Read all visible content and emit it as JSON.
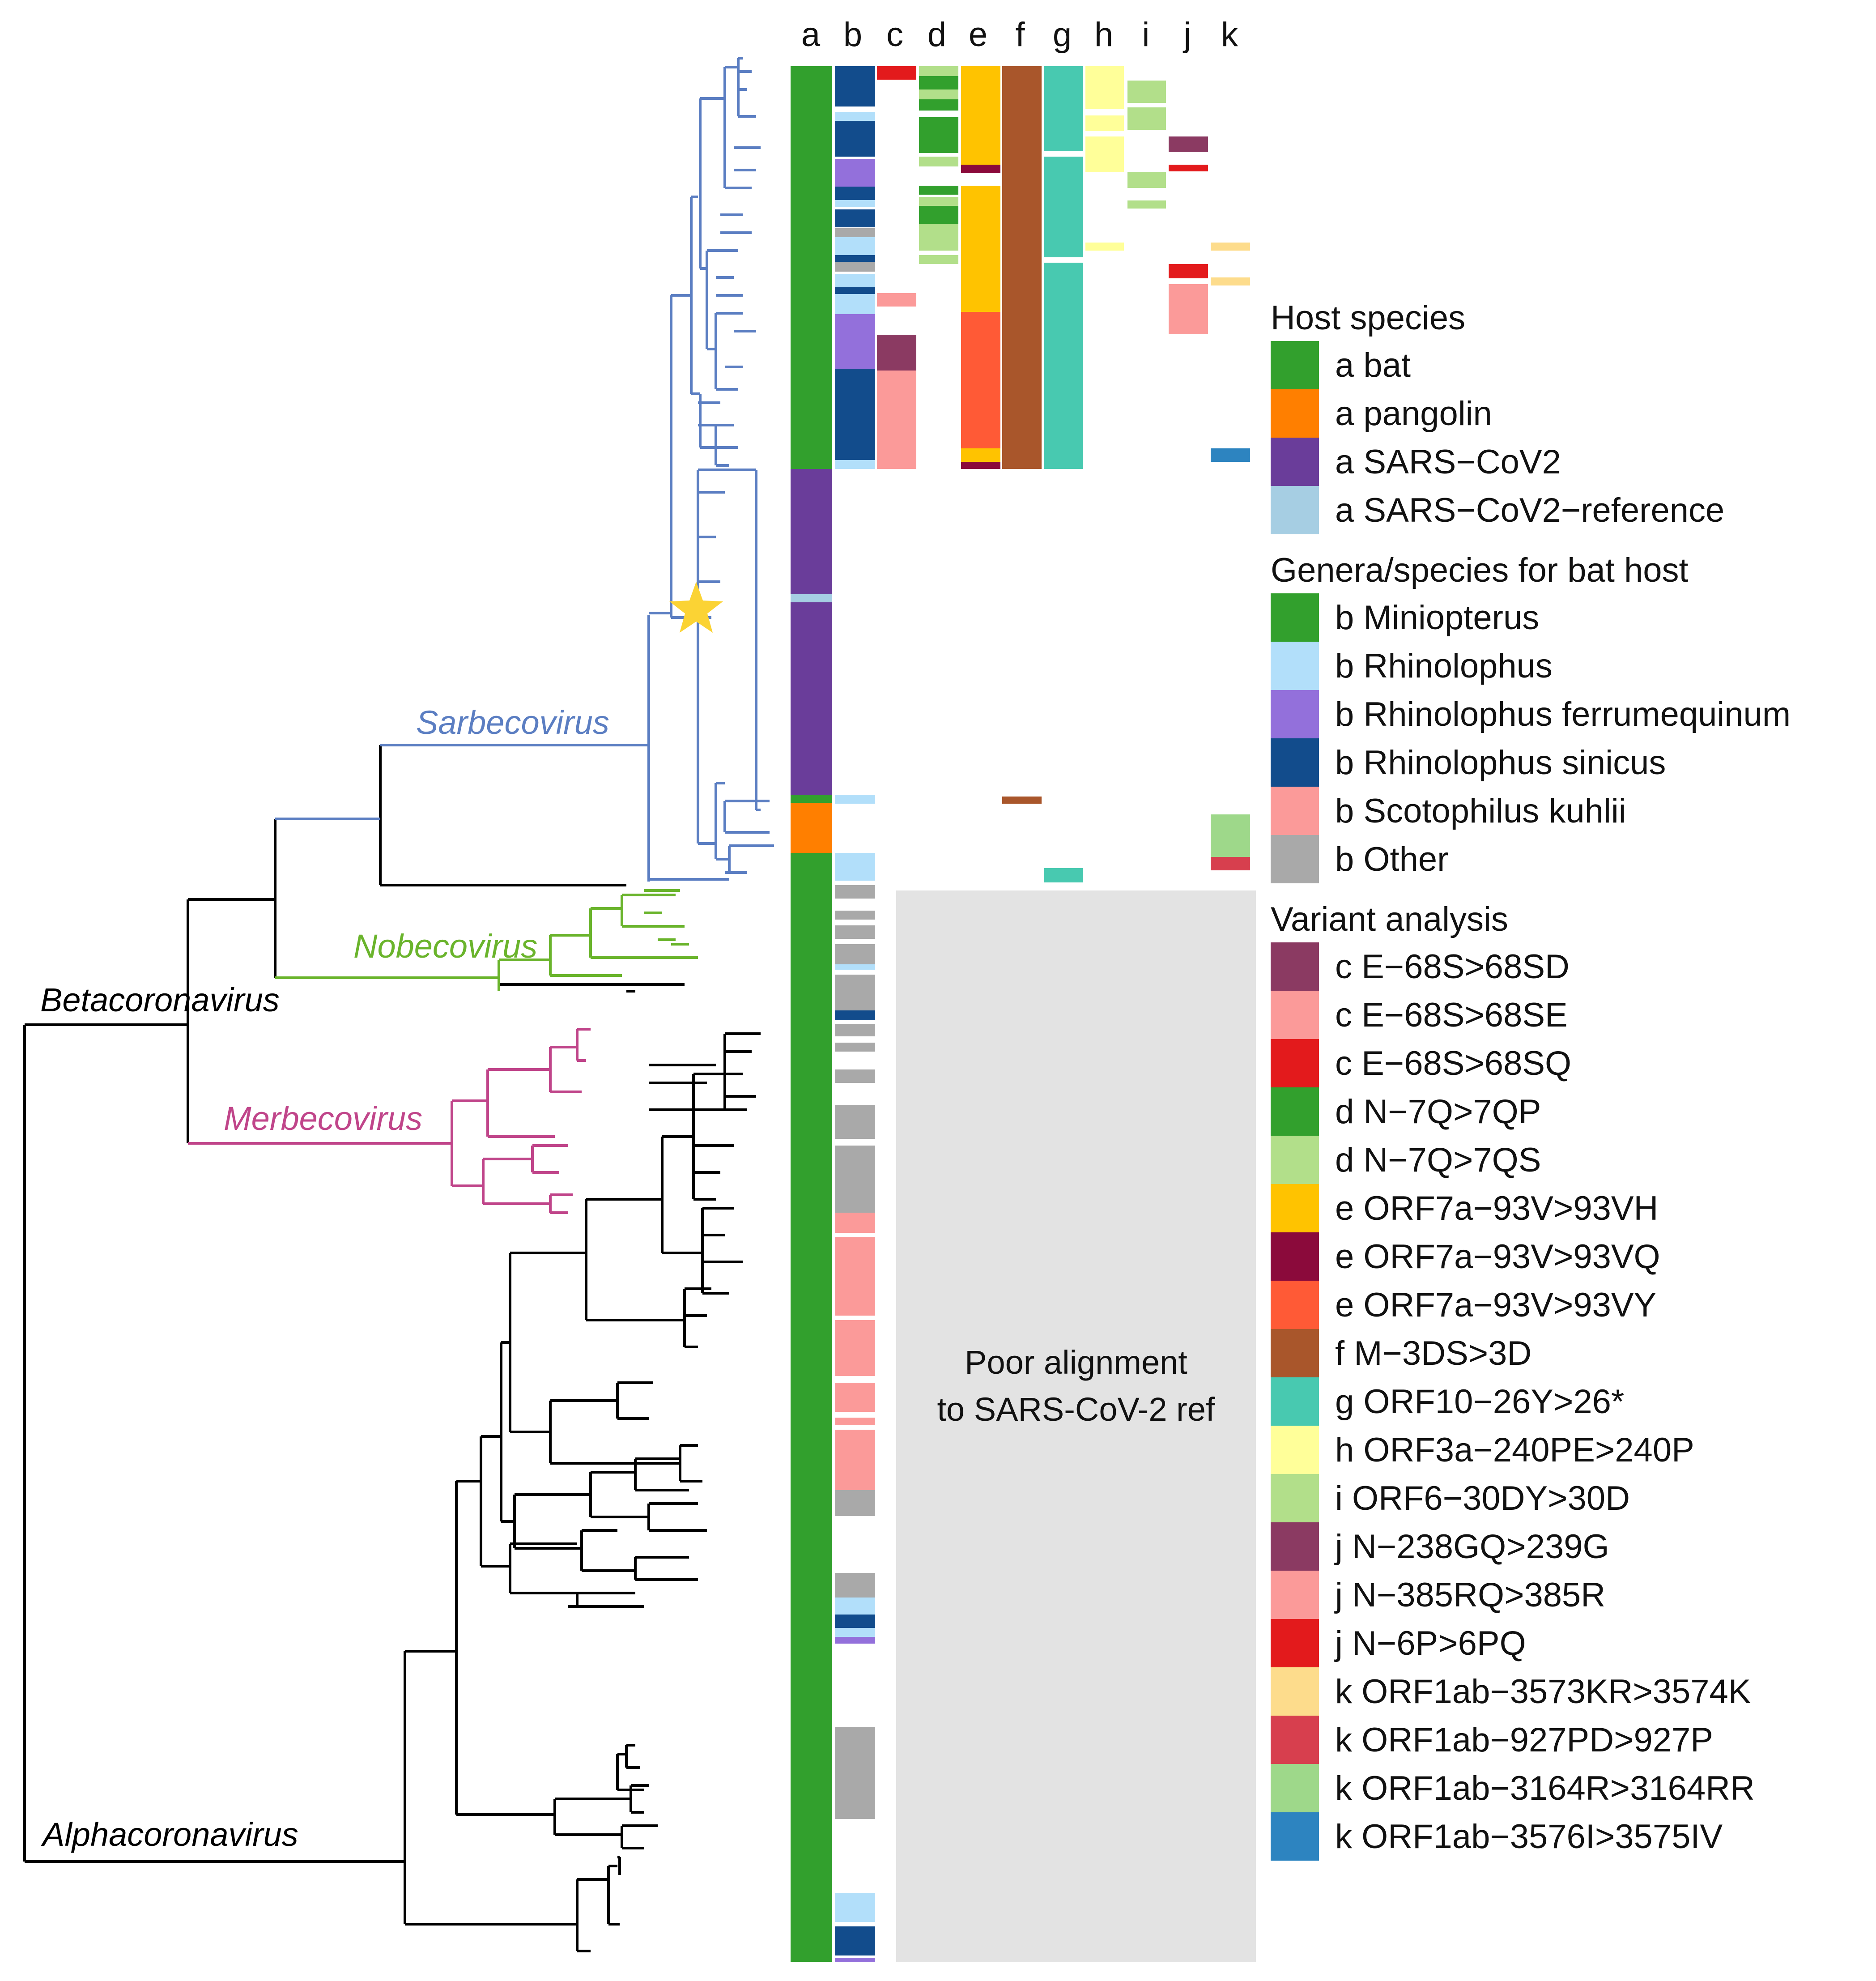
{
  "columns": [
    "a",
    "b",
    "c",
    "d",
    "e",
    "f",
    "g",
    "h",
    "i",
    "j",
    "k"
  ],
  "clades": {
    "betacoronavirus": "Betacoronavirus",
    "alphacoronavirus": "Alphacoronavirus",
    "sarbecovirus": "Sarbecovirus",
    "nobecovirus": "Nobecovirus",
    "merbecovirus": "Merbecovirus"
  },
  "clade_colors": {
    "sarbecovirus": "#5b7ec2",
    "nobecovirus": "#6ab42c",
    "merbecovirus": "#c0458a",
    "other": "#000000",
    "star": "#fbd334"
  },
  "note": {
    "line1": "Poor alignment",
    "line2": "to SARS-CoV-2 ref"
  },
  "legend": [
    {
      "title": "Host species",
      "items": [
        {
          "label": "a  bat",
          "color": "#32a02d"
        },
        {
          "label": "a  pangolin",
          "color": "#ff7f00"
        },
        {
          "label": "a  SARS−CoV2",
          "color": "#6a3d9a"
        },
        {
          "label": "a  SARS−CoV2−reference",
          "color": "#a6cee3"
        }
      ]
    },
    {
      "title": "Genera/species for bat host",
      "items": [
        {
          "label": "b  Miniopterus",
          "color": "#32a02d"
        },
        {
          "label": "b  Rhinolophus",
          "color": "#b2dffa"
        },
        {
          "label": "b  Rhinolophus ferrumequinum",
          "color": "#9370db"
        },
        {
          "label": "b  Rhinolophus sinicus",
          "color": "#124c8c"
        },
        {
          "label": "b  Scotophilus kuhlii",
          "color": "#fb9a99"
        },
        {
          "label": "b  Other",
          "color": "#a9a9a9"
        }
      ]
    },
    {
      "title": "Variant analysis",
      "items": [
        {
          "label": "c  E−68S>68SD",
          "color": "#8b3a62"
        },
        {
          "label": "c  E−68S>68SE",
          "color": "#fb9a99"
        },
        {
          "label": "c  E−68S>68SQ",
          "color": "#e31a1c"
        },
        {
          "label": "d  N−7Q>7QP",
          "color": "#32a02d"
        },
        {
          "label": "d  N−7Q>7QS",
          "color": "#b2df8a"
        },
        {
          "label": "e  ORF7a−93V>93VH",
          "color": "#ffc300"
        },
        {
          "label": "e  ORF7a−93V>93VQ",
          "color": "#8b0a3b"
        },
        {
          "label": "e  ORF7a−93V>93VY",
          "color": "#ff5a36"
        },
        {
          "label": "f  M−3DS>3D",
          "color": "#a9562b"
        },
        {
          "label": "g  ORF10−26Y>26*",
          "color": "#48c9b0"
        },
        {
          "label": "h  ORF3a−240PE>240P",
          "color": "#ffff99"
        },
        {
          "label": "i  ORF6−30DY>30D",
          "color": "#b2df8a"
        },
        {
          "label": "j  N−238GQ>239G",
          "color": "#8b3a62"
        },
        {
          "label": "j  N−385RQ>385R",
          "color": "#fb9a99"
        },
        {
          "label": "j  N−6P>6PQ",
          "color": "#e31a1c"
        },
        {
          "label": "k  ORF1ab−3573KR>3574K",
          "color": "#fddc8c"
        },
        {
          "label": "k  ORF1ab−927PD>927P",
          "color": "#d73f4e"
        },
        {
          "label": "k  ORF1ab−3164R>3164RR",
          "color": "#9ed88a"
        },
        {
          "label": "k  ORF1ab−3576I>3575IV",
          "color": "#2d84c0"
        }
      ]
    }
  ]
}
